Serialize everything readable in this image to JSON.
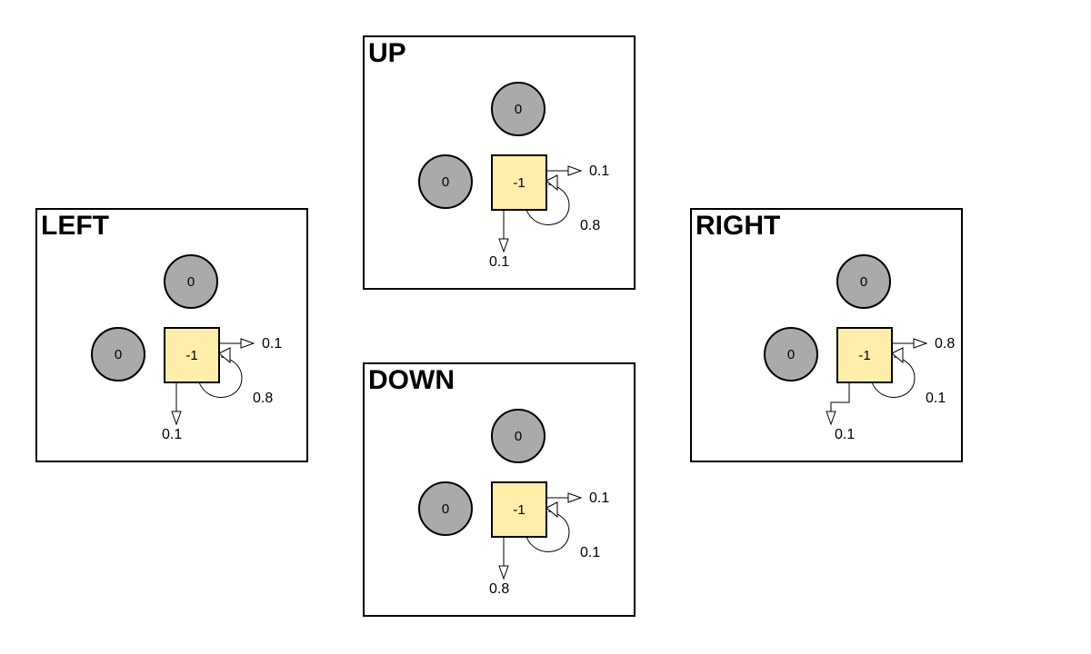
{
  "panels": {
    "up": {
      "title": "UP",
      "neighbor_top_value": "0",
      "neighbor_left_value": "0",
      "state_value": "-1",
      "p_right": "0.1",
      "p_self": "0.8",
      "p_down": "0.1"
    },
    "left": {
      "title": "LEFT",
      "neighbor_top_value": "0",
      "neighbor_left_value": "0",
      "state_value": "-1",
      "p_right": "0.1",
      "p_self": "0.8",
      "p_down": "0.1"
    },
    "right": {
      "title": "RIGHT",
      "neighbor_top_value": "0",
      "neighbor_left_value": "0",
      "state_value": "-1",
      "p_right": "0.8",
      "p_self": "0.1",
      "p_down": "0.1"
    },
    "down": {
      "title": "DOWN",
      "neighbor_top_value": "0",
      "neighbor_left_value": "0",
      "state_value": "-1",
      "p_right": "0.1",
      "p_self": "0.1",
      "p_down": "0.8"
    }
  },
  "colors": {
    "state_fill": "#ffeeaa",
    "neighbor_fill": "#aaaaaa",
    "stroke": "#000000"
  }
}
